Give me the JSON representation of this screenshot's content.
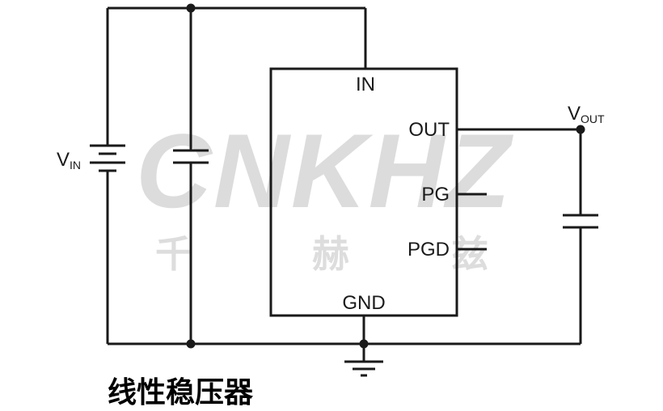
{
  "caption": "线性稳压器",
  "watermark": {
    "brand": "CNKHZ",
    "char1": "千",
    "char2": "赫",
    "char3": "兹"
  },
  "source_labels": {
    "vin_main": "V",
    "vin_sub": "IN",
    "vout_main": "V",
    "vout_sub": "OUT"
  },
  "ic": {
    "pin_in": "IN",
    "pin_out": "OUT",
    "pin_pg": "PG",
    "pin_pgd": "PGD",
    "pin_gnd": "GND"
  },
  "colors": {
    "wire": "#1a1a1a",
    "text": "#1a1a1a",
    "watermark": "#d8d8d8",
    "background": "#ffffff"
  }
}
